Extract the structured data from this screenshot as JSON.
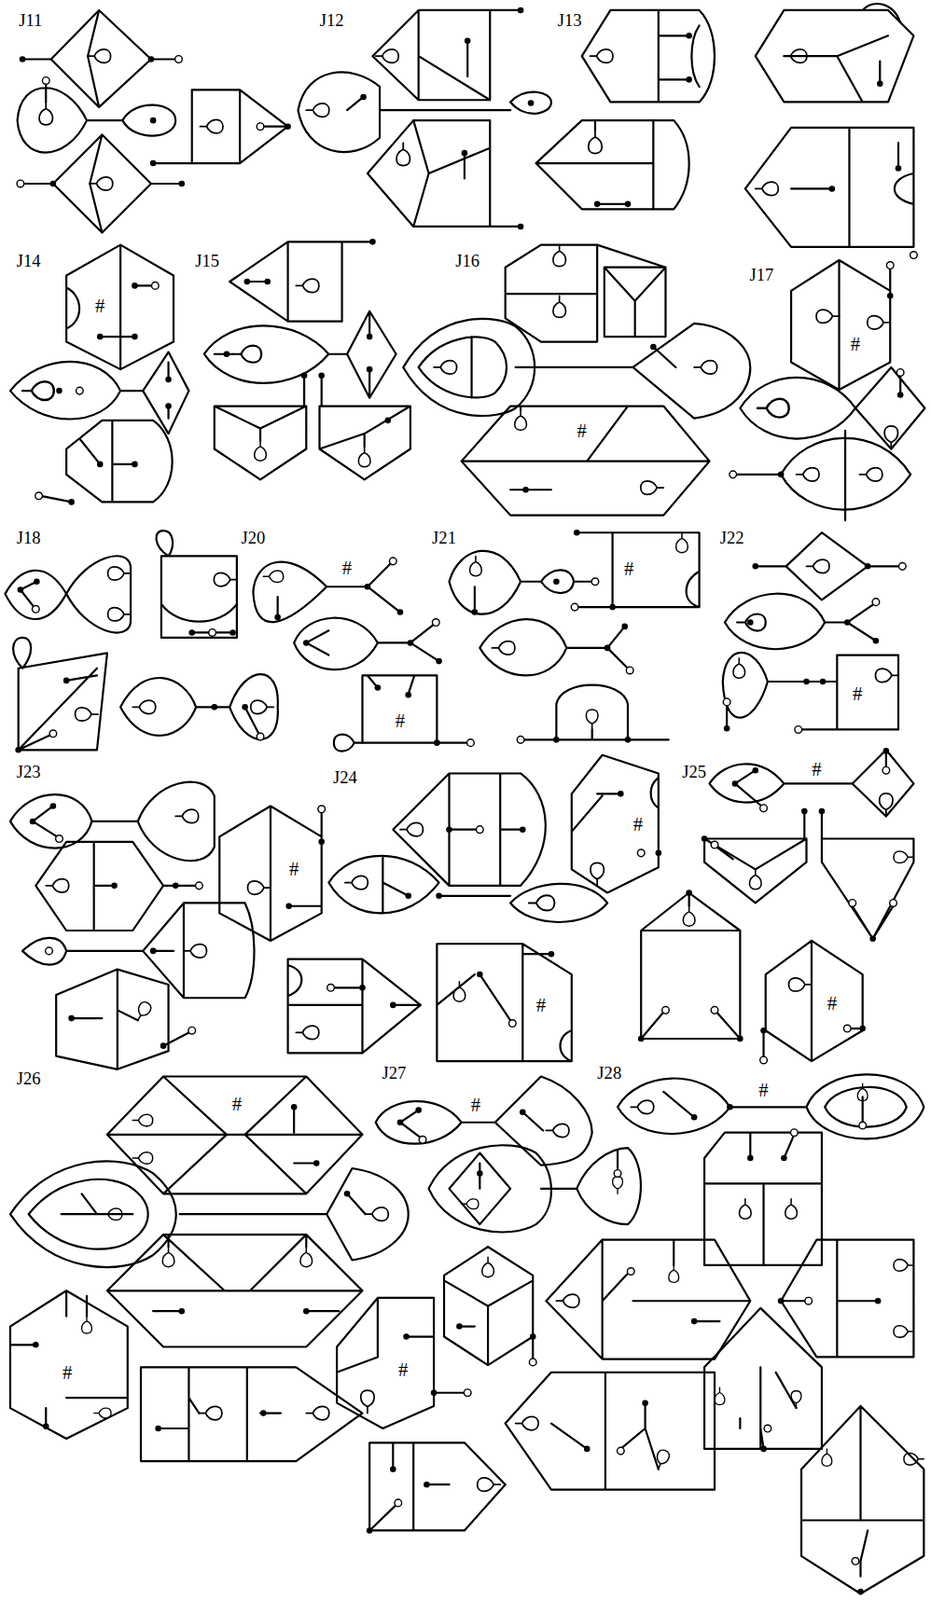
{
  "diagram": {
    "labels": [
      "J11",
      "J12",
      "J13",
      "J14",
      "#",
      "J15",
      "J16",
      "#",
      "J17",
      "#",
      "J18",
      "J20",
      "#",
      "#",
      "J21",
      "#",
      "J22",
      "#",
      "J23",
      "#",
      "J24",
      "#",
      "#",
      "J25",
      "#",
      "#",
      "J26",
      "#",
      "#",
      "J27",
      "#",
      "#",
      "J28",
      "#"
    ]
  }
}
